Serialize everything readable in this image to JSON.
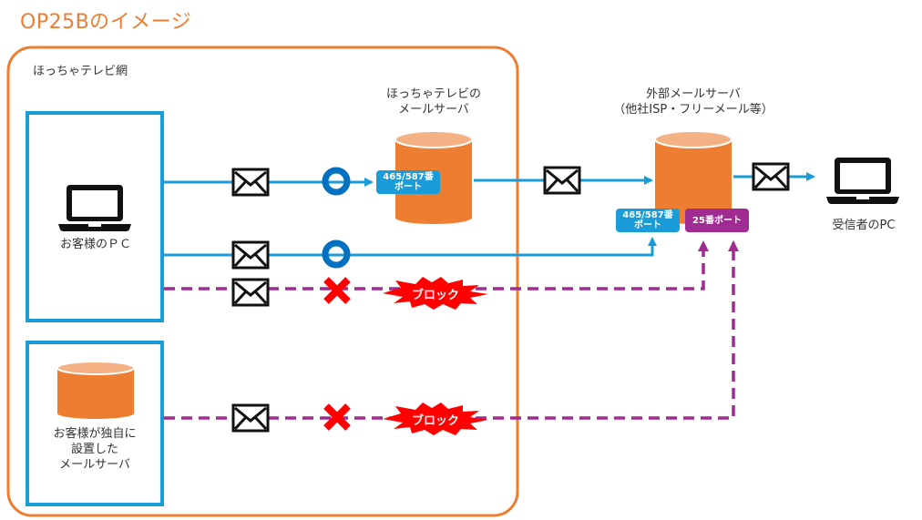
{
  "title": "OP25Bのイメージ",
  "network": {
    "label": "ほっちゃテレビ網"
  },
  "customer_pc": {
    "label": "お客様のＰＣ",
    "icon": "laptop-icon"
  },
  "customer_own_server": {
    "label_lines": [
      "お客様が独自に",
      "設置した",
      "メールサーバ"
    ],
    "icon": "database-icon"
  },
  "isp_mail_server": {
    "label_lines": [
      "ほっちゃテレビの",
      "メールサーバ"
    ],
    "port_label_lines": [
      "465/587番",
      "ポート"
    ],
    "icon": "database-icon"
  },
  "external_mail_server": {
    "label_lines": [
      "外部メールサーバ",
      "（他社ISP・フリーメール等）"
    ],
    "port_465_587_lines": [
      "465/587番",
      "ポート"
    ],
    "port_25": "25番ポート",
    "icon": "database-icon"
  },
  "recipient_pc": {
    "label": "受信者のPC",
    "icon": "laptop-icon"
  },
  "paths": [
    {
      "from": "customer_pc",
      "to": "isp_mail_server",
      "port": "465/587",
      "status": "allowed",
      "marker": "circle-icon"
    },
    {
      "from": "isp_mail_server",
      "to": "external_mail_server",
      "status": "allowed"
    },
    {
      "from": "external_mail_server",
      "to": "recipient_pc",
      "status": "allowed"
    },
    {
      "from": "customer_pc",
      "to": "external_mail_server",
      "port": "465/587",
      "status": "allowed",
      "marker": "circle-icon"
    },
    {
      "from": "customer_pc",
      "to": "external_mail_server",
      "port": "25",
      "status": "blocked",
      "marker": "x-icon",
      "block_label": "ブロック"
    },
    {
      "from": "customer_own_server",
      "to": "external_mail_server",
      "port": "25",
      "status": "blocked",
      "marker": "x-icon",
      "block_label": "ブロック"
    }
  ],
  "colors": {
    "accent_orange": "#ED7D31",
    "cylinder_top": "#F4B183",
    "allowed_blue": "#1A9CD8",
    "circle_blue": "#0070C0",
    "blocked_purple": "#A02B93",
    "block_red": "#FF0000"
  }
}
